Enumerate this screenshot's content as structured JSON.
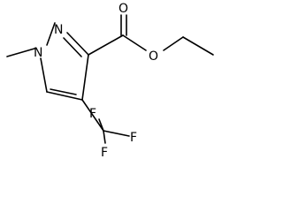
{
  "molecule": {
    "atoms": {
      "n1": "N",
      "n2": "N",
      "o_carbonyl": "O",
      "o_ester": "O",
      "f_top": "F",
      "f_right": "F",
      "f_bottom": "F"
    }
  }
}
